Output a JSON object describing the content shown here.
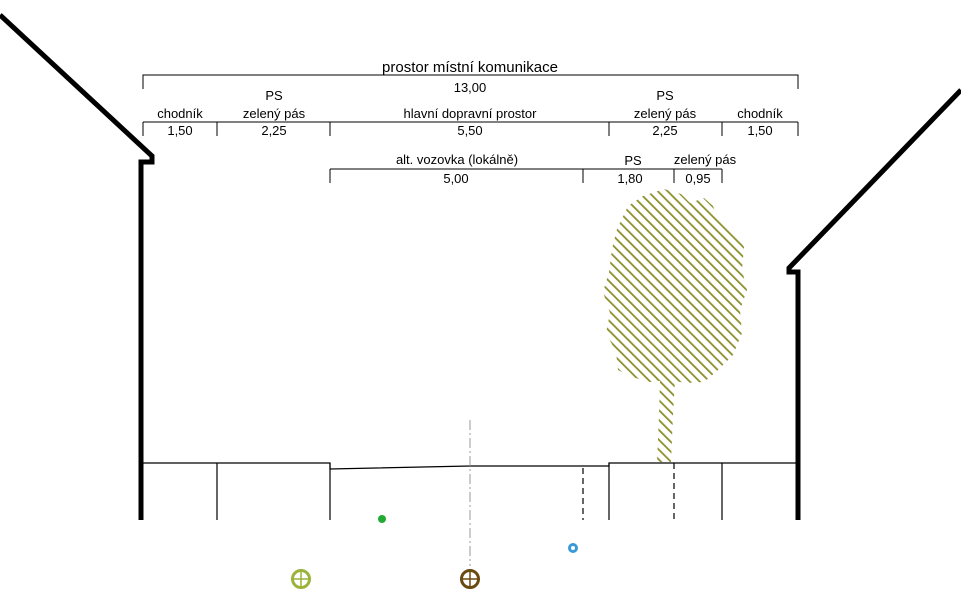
{
  "overall": {
    "title": "prostor místní komunikace",
    "width": "13,00"
  },
  "segments_top": [
    {
      "label": "chodník",
      "value": "1,50"
    },
    {
      "label_prefix": "PS",
      "label": "zelený pás",
      "value": "2,25"
    },
    {
      "label": "hlavní dopravní prostor",
      "value": "5,50"
    },
    {
      "label_prefix": "PS",
      "label": "zelený pás",
      "value": "2,25"
    },
    {
      "label": "chodník",
      "value": "1,50"
    }
  ],
  "segments_bottom": [
    {
      "label": "alt. vozovka (lokálně)",
      "value": "5,00"
    },
    {
      "label": "PS",
      "value": "1,80"
    },
    {
      "label": "zelený pás",
      "value": "0,95"
    }
  ],
  "colors": {
    "tree": "#8c8f2a",
    "axis": "#999999",
    "green_dot": "#22aa33",
    "blue_dot": "#3a9ad9",
    "marker_light": "#9bb33a",
    "marker_dark": "#6b4a10"
  }
}
